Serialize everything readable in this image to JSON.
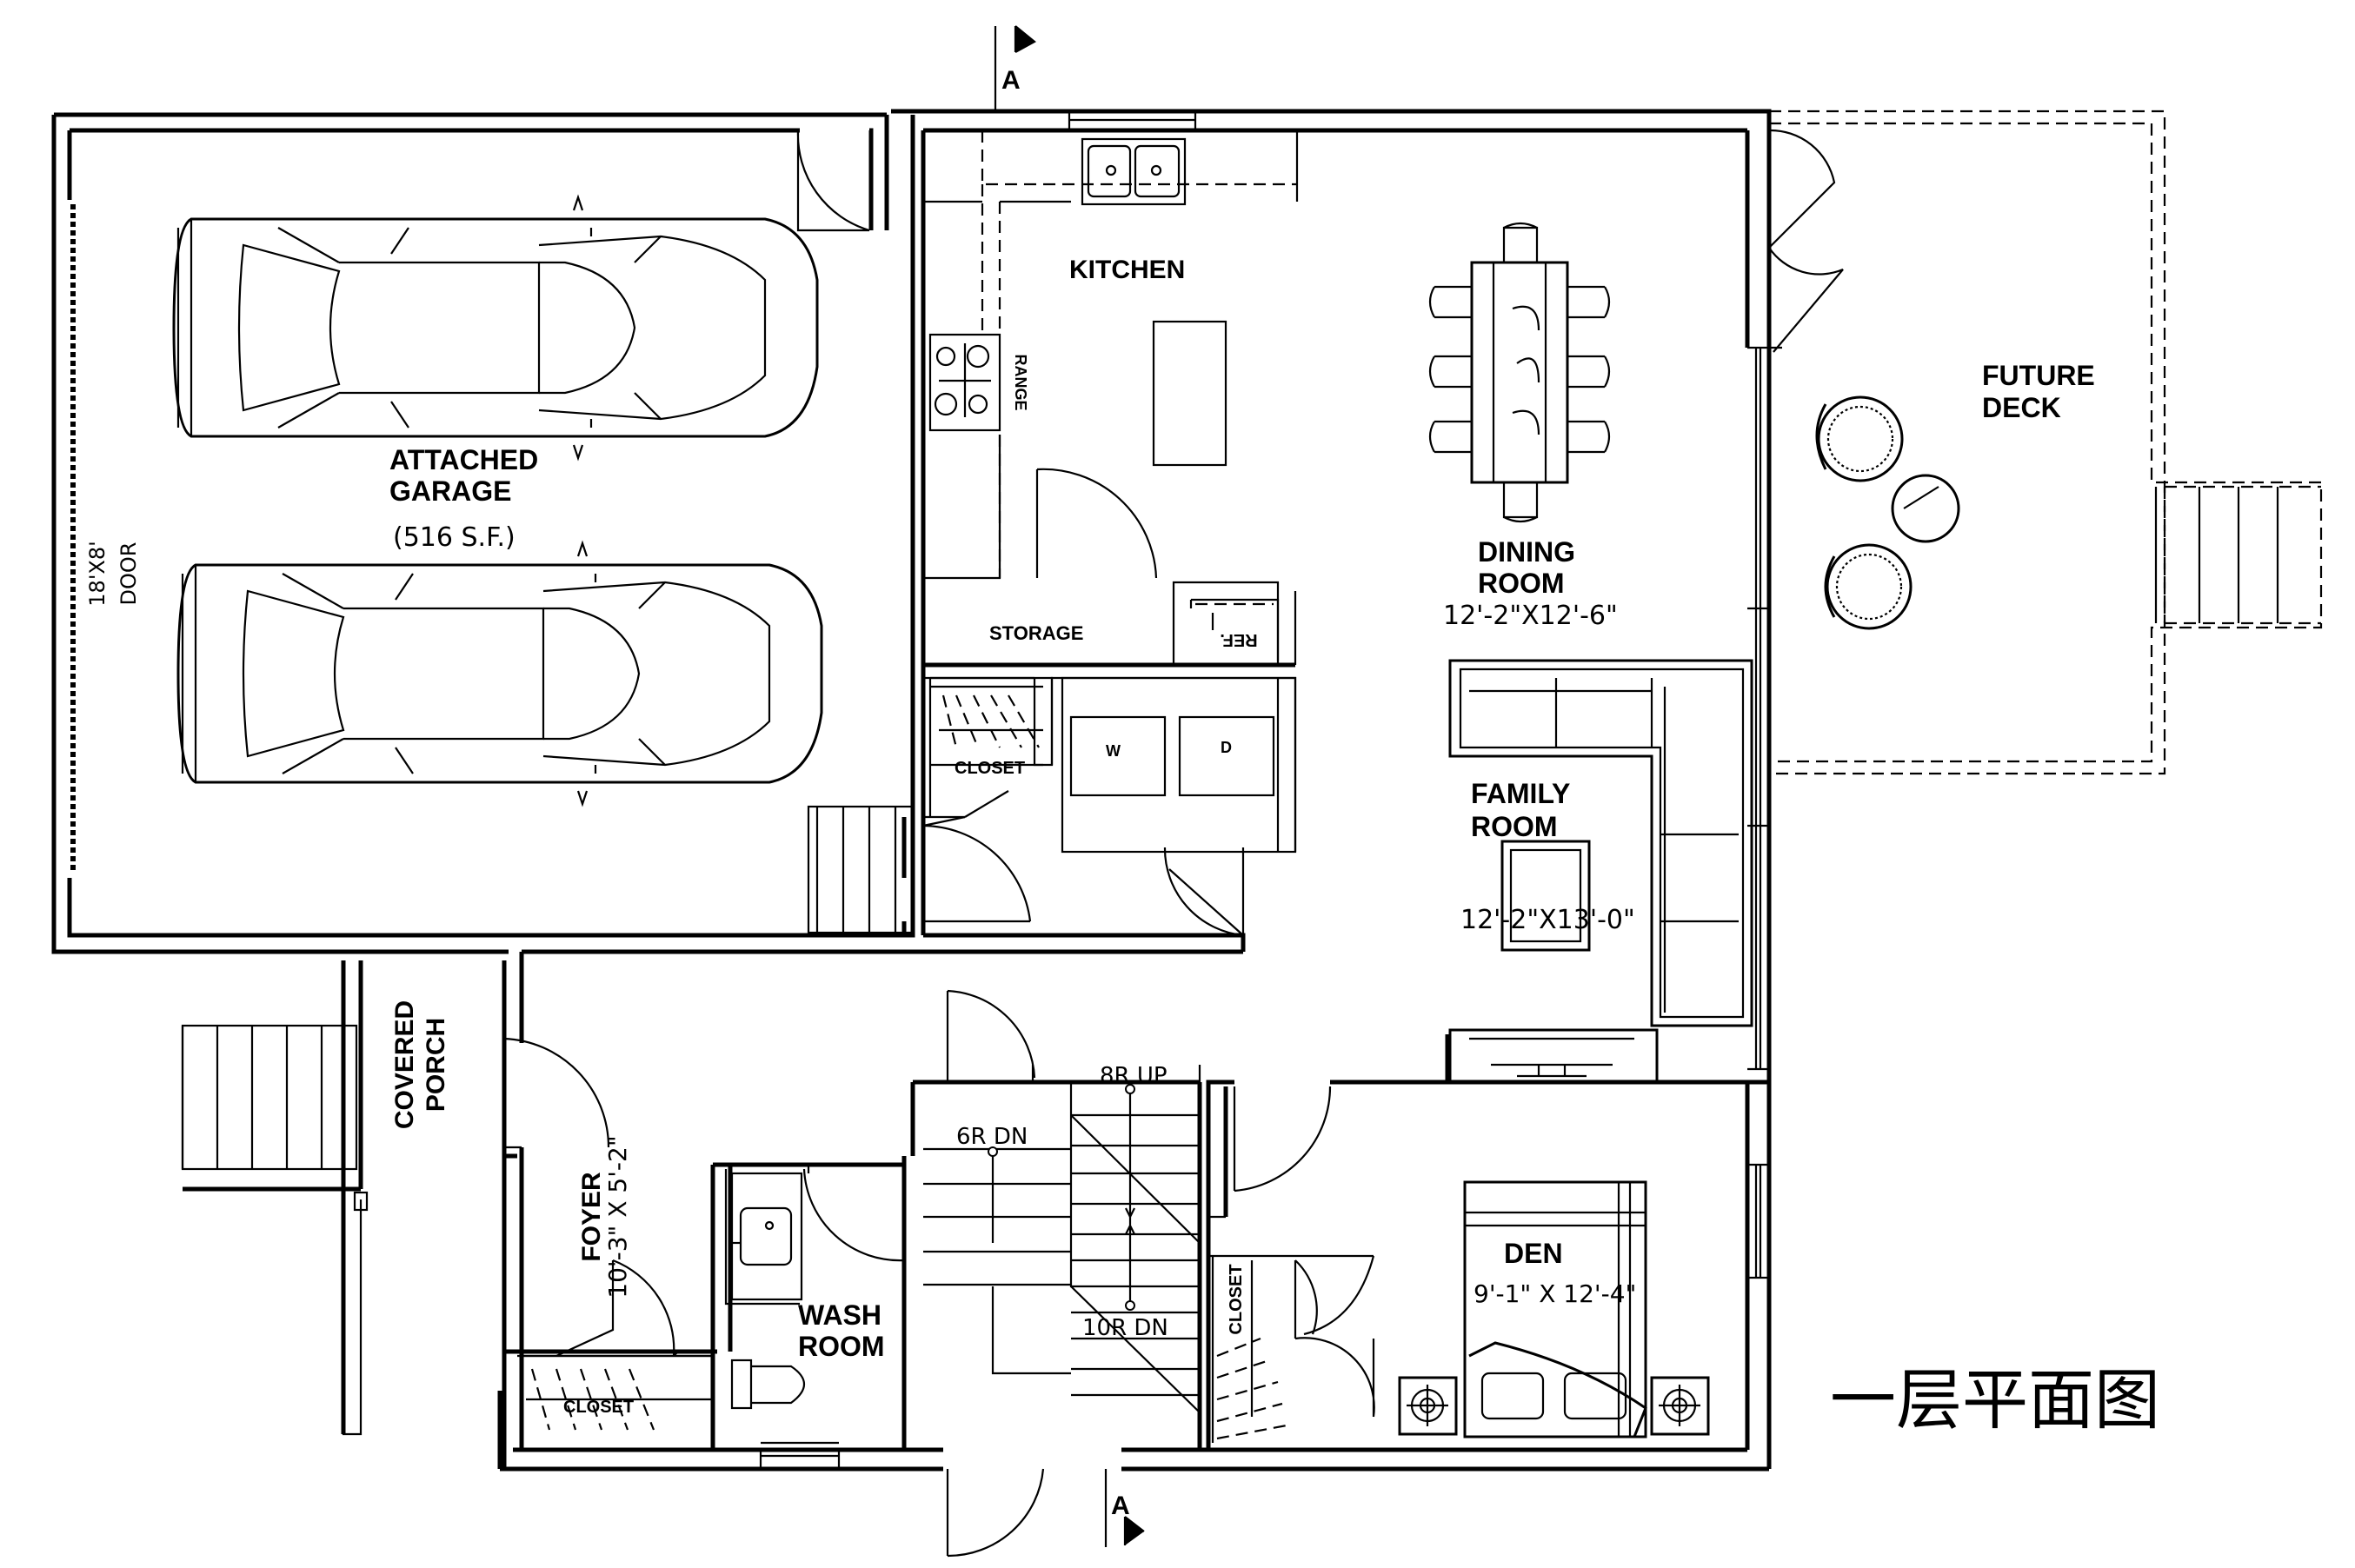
{
  "title": "一层平面图",
  "section_marker": "A",
  "rooms": {
    "garage": {
      "name_line1": "ATTACHED",
      "name_line2": "GARAGE",
      "area": "(516 S.F.)"
    },
    "garage_door": {
      "line1": "18'X8'",
      "line2": "DOOR"
    },
    "kitchen": {
      "name": "KITCHEN"
    },
    "range": {
      "name": "RANGE"
    },
    "storage": {
      "name": "STORAGE"
    },
    "ref": {
      "name": "REF."
    },
    "closet_laundry": {
      "name": "CLOSET"
    },
    "washer": {
      "name": "W"
    },
    "dryer": {
      "name": "D"
    },
    "dining": {
      "name_line1": "DINING",
      "name_line2": "ROOM",
      "size": "12'-2\"X12'-6\""
    },
    "family": {
      "name_line1": "FAMILY",
      "name_line2": "ROOM",
      "size": "12'-2\"X13'-0\""
    },
    "deck": {
      "name_line1": "FUTURE",
      "name_line2": "DECK"
    },
    "porch": {
      "name_line1": "COVERED",
      "name_line2": "PORCH"
    },
    "foyer": {
      "name": "FOYER",
      "size": "10'-3\" X 5'-2\""
    },
    "closet_foyer": {
      "name": "CLOSET"
    },
    "washroom": {
      "name_line1": "WASH",
      "name_line2": "ROOM"
    },
    "stair_up": {
      "name": "8R UP"
    },
    "stair_dn6": {
      "name": "6R DN"
    },
    "stair_dn10": {
      "name": "10R DN"
    },
    "closet_den": {
      "name": "CLOSET"
    },
    "den": {
      "name": "DEN",
      "size": "9'-1\" X 12'-4\""
    }
  }
}
